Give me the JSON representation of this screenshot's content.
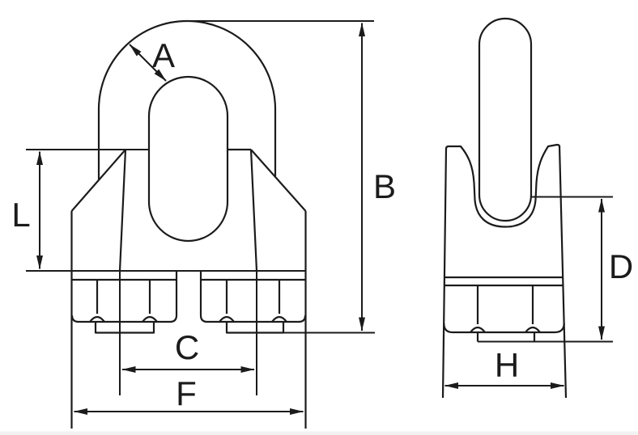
{
  "colors": {
    "line": "#1b1b1b",
    "background": "#ffffff",
    "bottom_strip": "#f2f2f2"
  },
  "dimension_labels": {
    "A": "A",
    "B": "B",
    "C": "C",
    "D": "D",
    "F": "F",
    "H": "H",
    "L": "L"
  }
}
